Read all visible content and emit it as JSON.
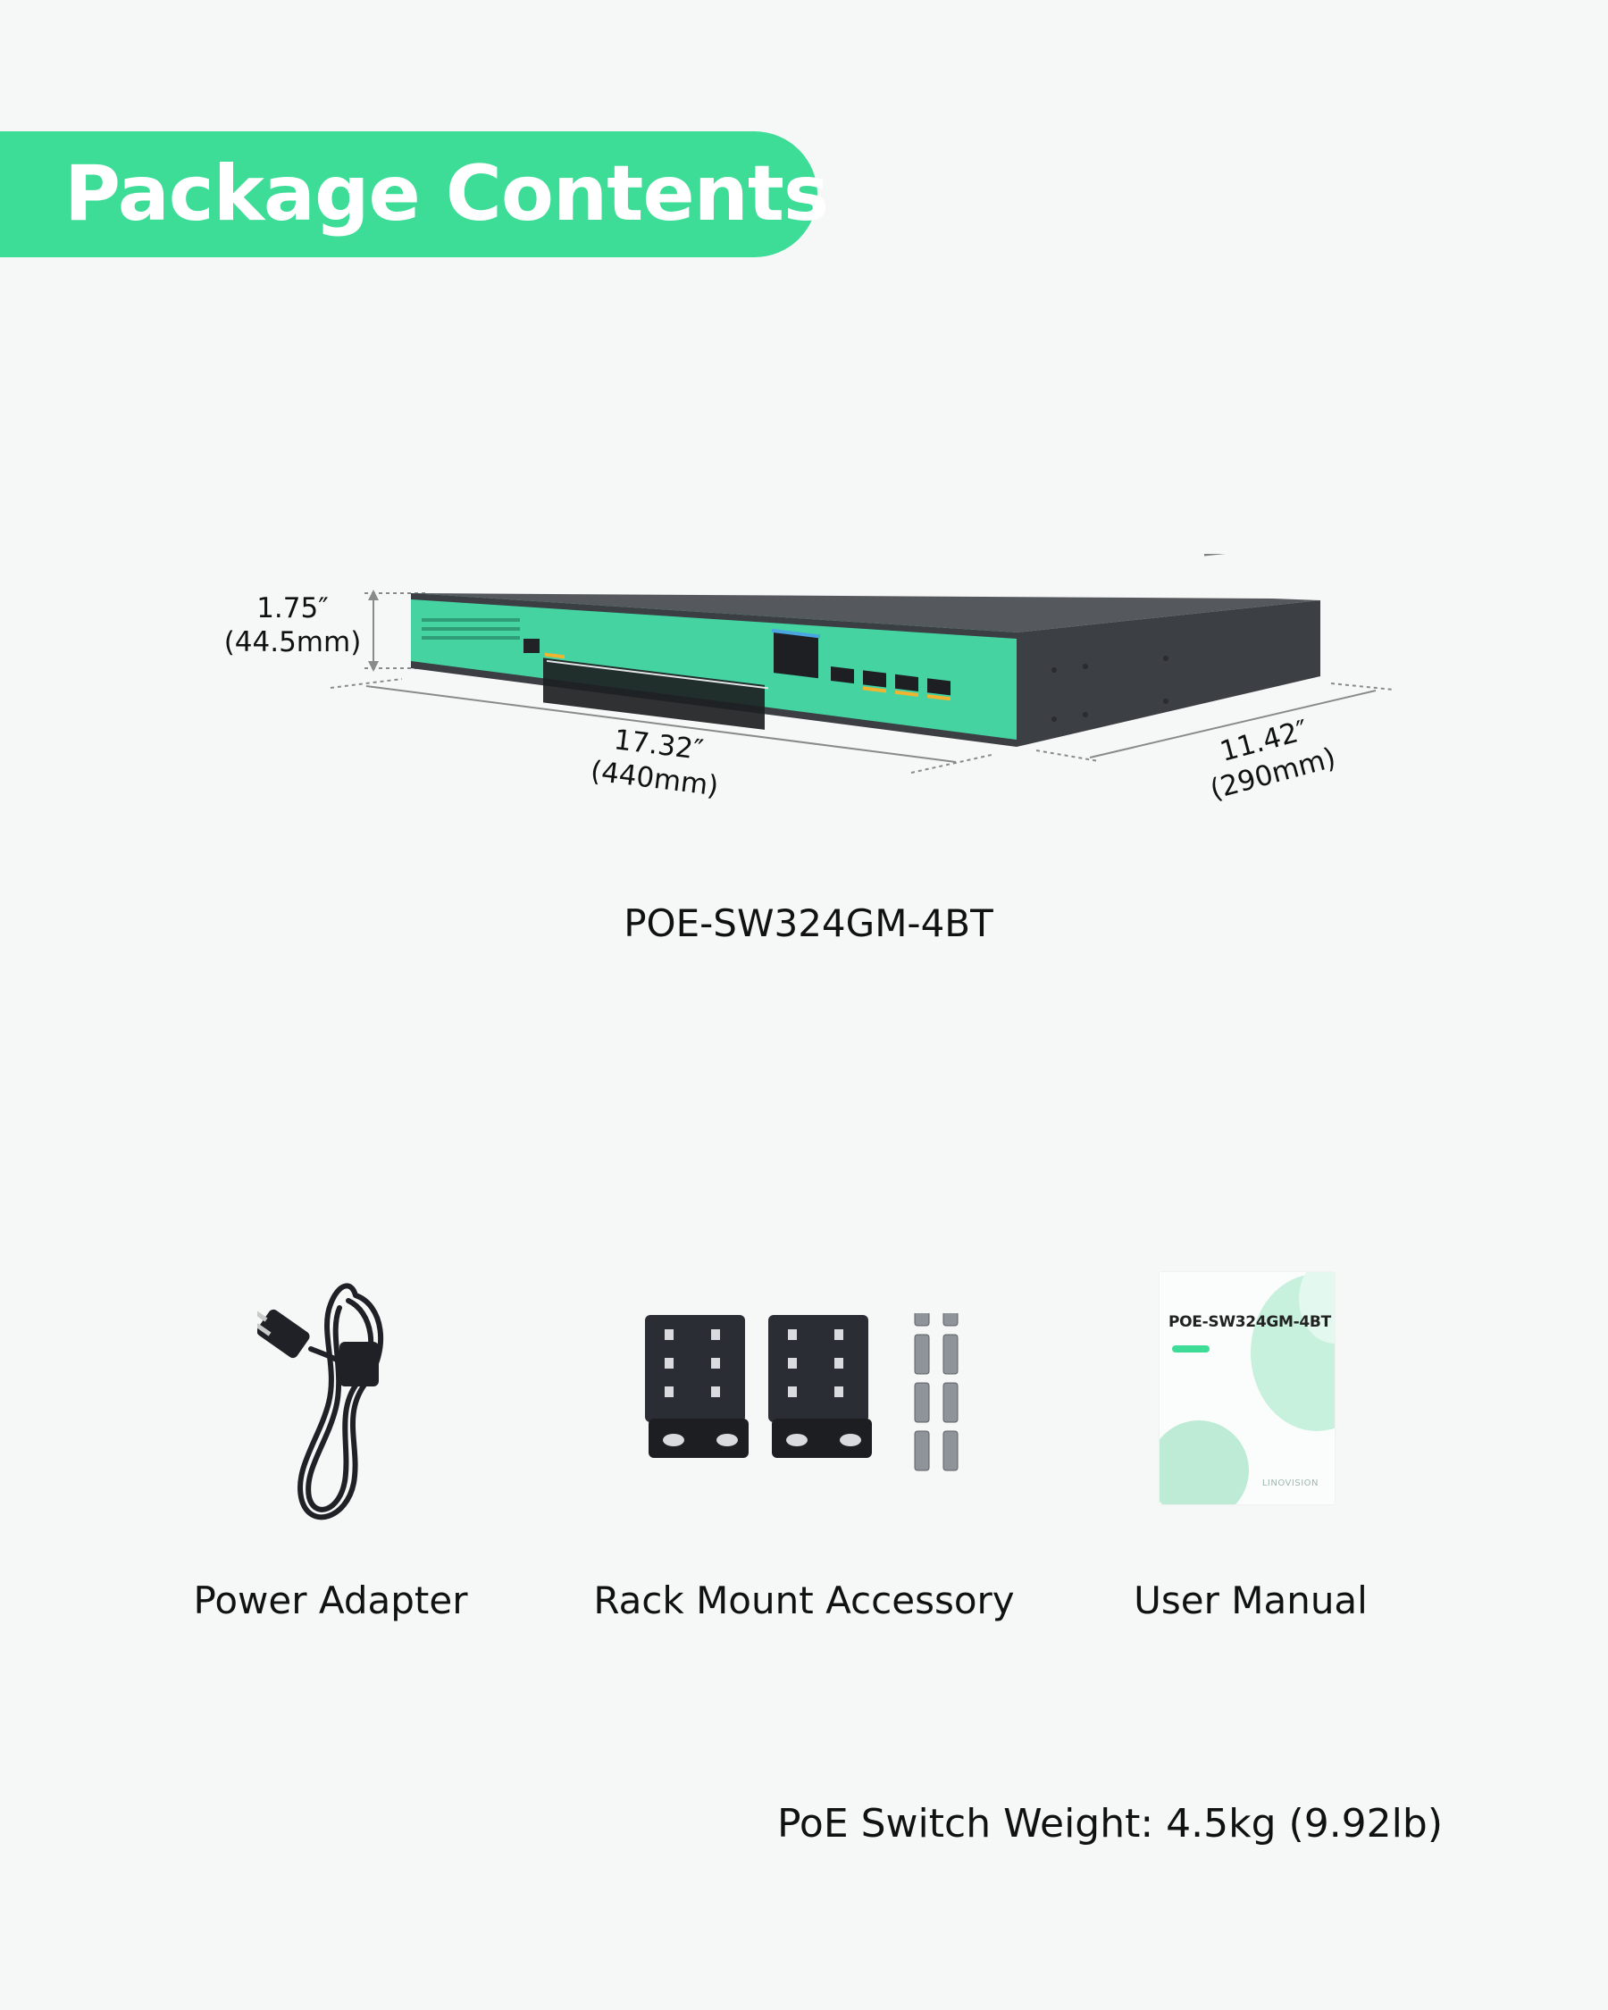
{
  "header": {
    "title": "Package Contents"
  },
  "product": {
    "model": "POE-SW324GM-4BT",
    "brand": "LINOVISION",
    "dimensions": {
      "height": {
        "imperial": "1.75″",
        "metric": "(44.5mm)"
      },
      "width": {
        "imperial": "17.32″",
        "metric": "(440mm)"
      },
      "depth": {
        "imperial": "11.42″",
        "metric": "(290mm)"
      }
    }
  },
  "contents": [
    {
      "label": "Power Adapter",
      "icon": "power-cord-icon"
    },
    {
      "label": "Rack Mount Accessory",
      "icon": "rack-bracket-icon"
    },
    {
      "label": "User Manual",
      "icon": "user-manual-icon"
    }
  ],
  "manual_cover": {
    "title": "POE-SW324GM-4BT",
    "brand": "LINOVISION"
  },
  "footer": {
    "weight": "PoE Switch Weight: 4.5kg (9.92lb)"
  },
  "colors": {
    "accent": "#3ddc97",
    "switch_body": "#4a4d52",
    "switch_face": "#45d3a2"
  }
}
